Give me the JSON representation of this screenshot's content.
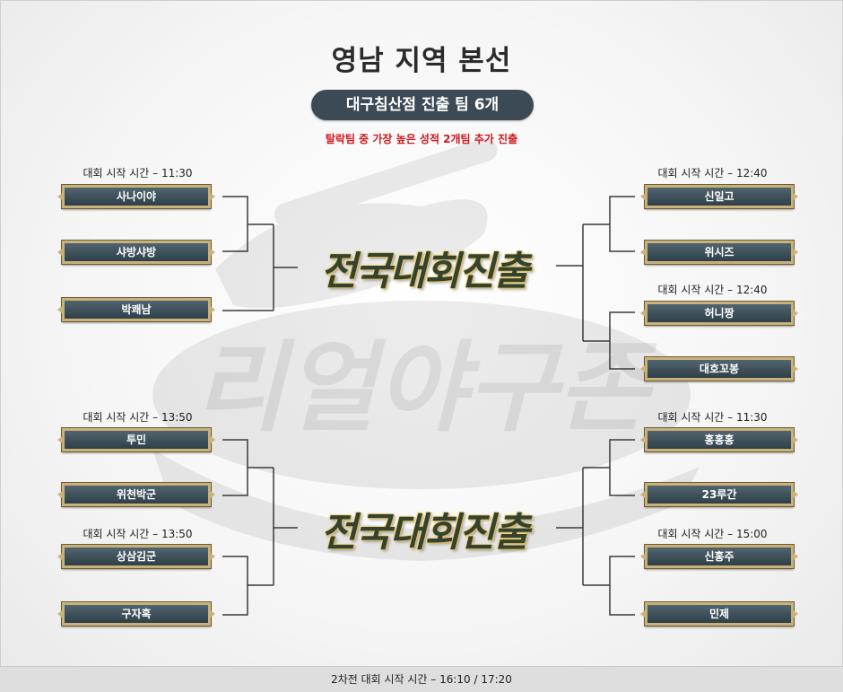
{
  "header": {
    "title": "영남 지역 본선",
    "subtitle": "대구침산점 진출 팀 6개",
    "notice": "탈락팀 중 가장 높은 성적 2개팀 추가 진출"
  },
  "watermark_text": "리얼야구존",
  "advance_label": "전국대회진출",
  "left": {
    "groups": [
      {
        "time": "대회 시작 시간 – 11:30",
        "teams": [
          "사나이야",
          "샤방샤방",
          "박쾌남"
        ]
      },
      {
        "time": "대회 시작 시간 – 13:50",
        "teams": [
          "투민",
          "위천박군"
        ]
      },
      {
        "time": "대회 시작 시간 – 13:50",
        "teams": [
          "상삼김군",
          "구자혹"
        ]
      }
    ]
  },
  "right": {
    "groups": [
      {
        "time": "대회 시작 시간 – 12:40",
        "teams": [
          "신일고",
          "위시즈"
        ]
      },
      {
        "time": "대회 시작 시간 – 12:40",
        "teams": [
          "허니짱",
          "대호꼬봉"
        ]
      },
      {
        "time": "대회 시작 시간 – 11:30",
        "teams": [
          "홍홍홍",
          "23루간"
        ]
      },
      {
        "time": "대회 시작 시간 – 15:00",
        "teams": [
          "신홍주",
          "민제"
        ]
      }
    ]
  },
  "footer": {
    "text": "2차전 대회 시작 시간 – 16:10 / 17:20"
  },
  "colors": {
    "pill_bg": "#3c4a55",
    "notice_red": "#d2161c",
    "team_bg": "#3a4c56",
    "team_border": "#c9b27a",
    "advance_text": "#33432f",
    "advance_glow": "#e2b14a"
  }
}
